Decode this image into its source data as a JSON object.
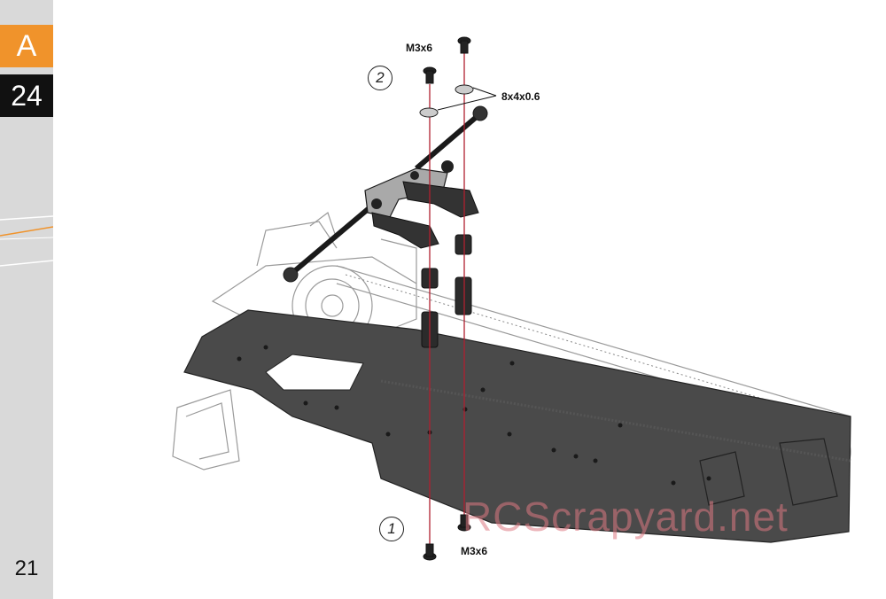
{
  "sidebar": {
    "section_letter": "A",
    "step_number": "24",
    "page_number": "21",
    "accent_color": "#f0932b"
  },
  "diagram": {
    "steps": [
      "2",
      "1"
    ],
    "hardware_labels": {
      "top_screw": "M3x6",
      "washer": "8x4x0.6",
      "bottom_screw": "M3x6"
    },
    "watermark": "RCScrapyard.net"
  }
}
